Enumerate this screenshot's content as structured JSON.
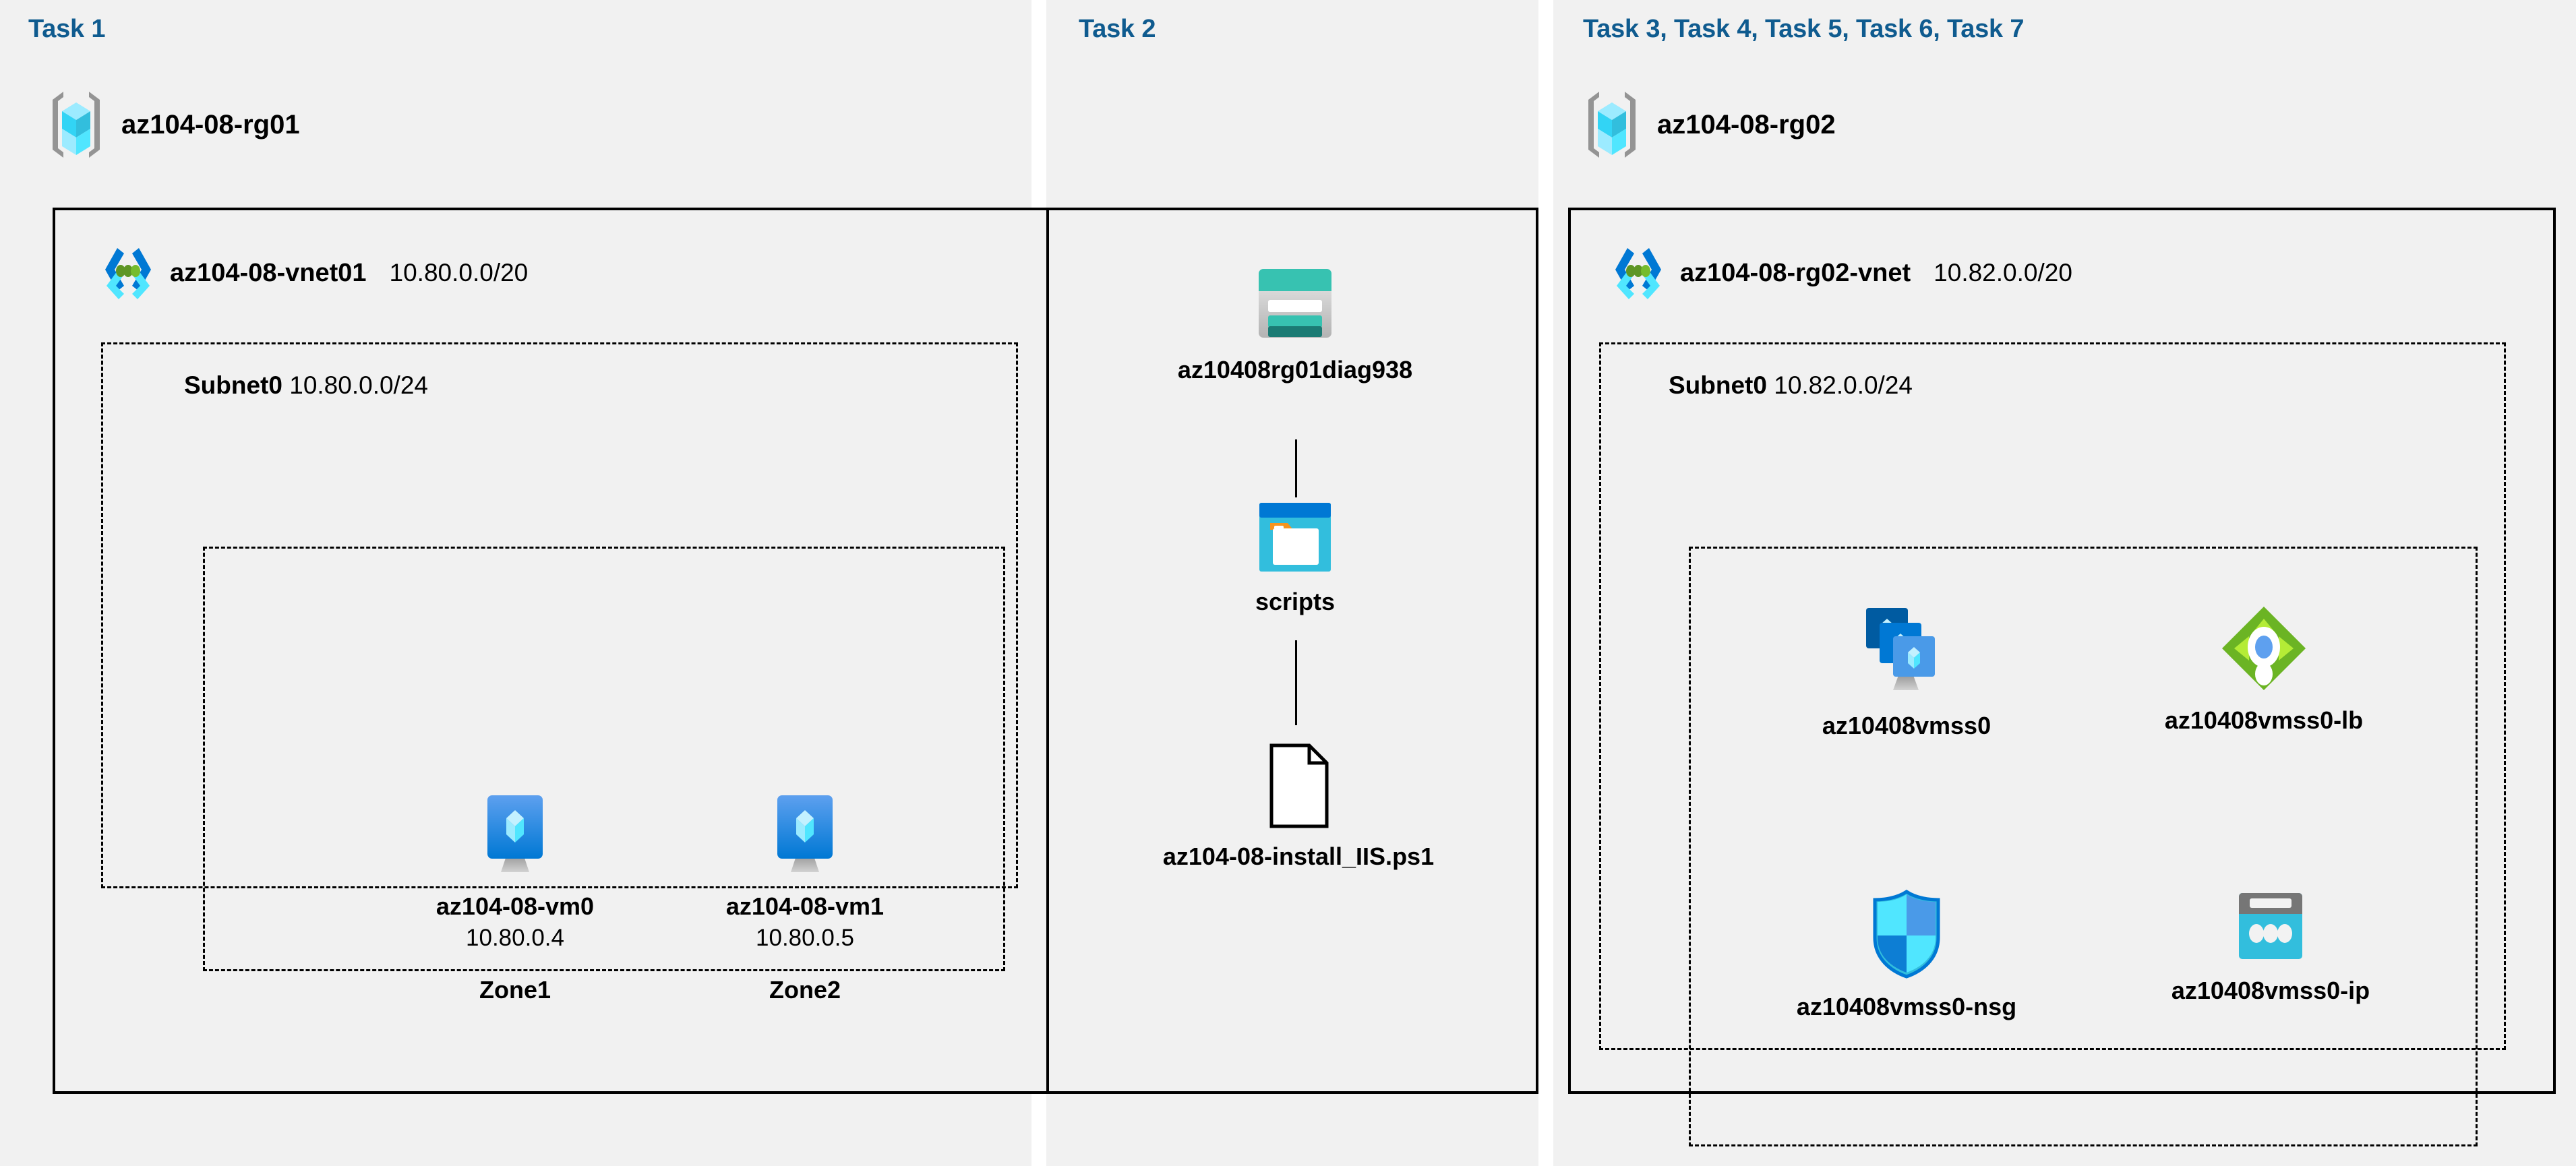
{
  "columns": [
    {
      "heading": "Task 1"
    },
    {
      "heading": "Task 2"
    },
    {
      "heading": "Task 3, Task 4, Task 5, Task 6, Task 7"
    }
  ],
  "task1": {
    "resource_group": {
      "name": "az104-08-rg01",
      "icon": "resource-group-icon"
    },
    "vnet": {
      "name": "az104-08-vnet01",
      "cidr": "10.80.0.0/20",
      "icon": "virtual-network-icon"
    },
    "subnet": {
      "name": "Subnet0",
      "cidr": "10.80.0.0/24"
    },
    "vms": [
      {
        "name": "az104-08-vm0",
        "ip": "10.80.0.4",
        "zone": "Zone1",
        "icon": "virtual-machine-icon"
      },
      {
        "name": "az104-08-vm1",
        "ip": "10.80.0.5",
        "zone": "Zone2",
        "icon": "virtual-machine-icon"
      }
    ]
  },
  "task2": {
    "storage_account": {
      "name": "az10408rg01diag938",
      "icon": "storage-account-icon"
    },
    "container": {
      "name": "scripts",
      "icon": "blob-container-icon"
    },
    "file": {
      "name": "az104-08-install_IIS.ps1",
      "icon": "file-icon"
    }
  },
  "task3": {
    "resource_group": {
      "name": "az104-08-rg02",
      "icon": "resource-group-icon"
    },
    "vnet": {
      "name": "az104-08-rg02-vnet",
      "cidr": "10.82.0.0/20",
      "icon": "virtual-network-icon"
    },
    "subnet": {
      "name": "Subnet0",
      "cidr": "10.82.0.0/24"
    },
    "resources": [
      {
        "name": "az10408vmss0",
        "icon": "vm-scale-set-icon"
      },
      {
        "name": "az10408vmss0-lb",
        "icon": "load-balancer-icon"
      },
      {
        "name": "az10408vmss0-nsg",
        "icon": "network-security-group-icon"
      },
      {
        "name": "az10408vmss0-ip",
        "icon": "public-ip-address-icon"
      }
    ]
  },
  "colors": {
    "heading": "#0f5b8f",
    "panel_background": "#f1f1f1",
    "border": "#000000",
    "azure_blue": "#0078d4",
    "cyan": "#32bedd",
    "teal": "#37c2b1",
    "green": "#6bb424",
    "gray": "#949494"
  }
}
